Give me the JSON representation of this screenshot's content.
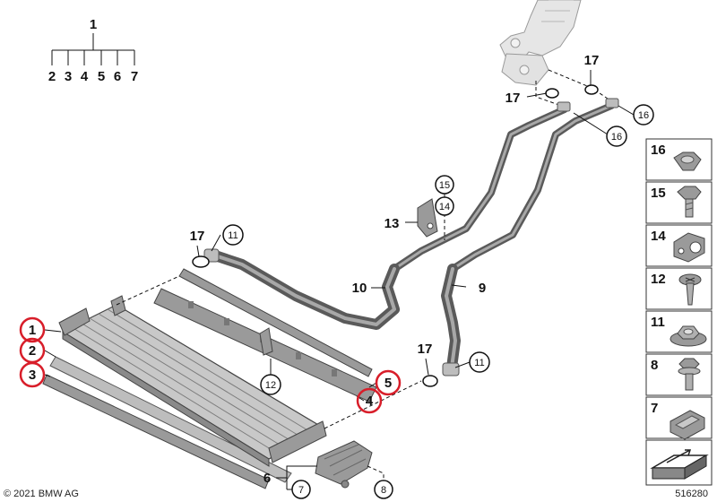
{
  "tree": {
    "root": "1",
    "children": [
      "2",
      "3",
      "4",
      "5",
      "6",
      "7"
    ]
  },
  "callouts": {
    "c17_top": "17",
    "c17_mid": "17",
    "c16_a": "16",
    "c16_b": "16",
    "c15": "15",
    "c14": "14",
    "c13": "13",
    "c17_left": "17",
    "c11_left": "11",
    "c10": "10",
    "c9": "9",
    "c17_right": "17",
    "c11_right": "11",
    "c12": "12",
    "c1": "1",
    "c2": "2",
    "c3": "3",
    "c5": "5",
    "c4": "4",
    "c6": "6",
    "c7": "7",
    "c8": "8"
  },
  "highlighted": [
    "1",
    "2",
    "3",
    "4",
    "5"
  ],
  "sidebar": [
    {
      "label": "16",
      "icon": "hex-nut-icon"
    },
    {
      "label": "15",
      "icon": "hex-bolt-icon"
    },
    {
      "label": "14",
      "icon": "hose-clip-icon"
    },
    {
      "label": "12",
      "icon": "screw-icon"
    },
    {
      "label": "11",
      "icon": "flange-nut-icon"
    },
    {
      "label": "8",
      "icon": "collar-screw-icon"
    },
    {
      "label": "7",
      "icon": "spring-nut-icon"
    },
    {
      "label": "",
      "icon": "gasket-arrow-icon"
    }
  ],
  "footer": {
    "copyright": "© 2021 BMW AG",
    "diagram_number": "516280"
  },
  "colors": {
    "highlight": "#d81e2a",
    "part": "#9a9a9a",
    "hose": "#5a5a5a"
  }
}
